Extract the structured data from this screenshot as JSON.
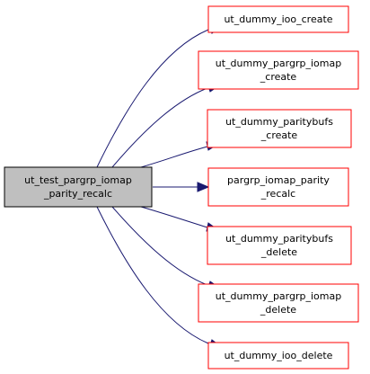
{
  "diagram": {
    "type": "call-graph",
    "colors": {
      "caller_fill": "#bfbfbf",
      "caller_border": "#000000",
      "callee_border": "#ff0000",
      "edge": "#191970",
      "background": "#ffffff"
    },
    "caller": {
      "lines": [
        "ut_test_pargrp_iomap",
        "_parity_recalc"
      ]
    },
    "callees": [
      {
        "lines": [
          "ut_dummy_ioo_create"
        ]
      },
      {
        "lines": [
          "ut_dummy_pargrp_iomap",
          "_create"
        ]
      },
      {
        "lines": [
          "ut_dummy_paritybufs",
          "_create"
        ]
      },
      {
        "lines": [
          "pargrp_iomap_parity",
          "_recalc"
        ]
      },
      {
        "lines": [
          "ut_dummy_paritybufs",
          "_delete"
        ]
      },
      {
        "lines": [
          "ut_dummy_pargrp_iomap",
          "_delete"
        ]
      },
      {
        "lines": [
          "ut_dummy_ioo_delete"
        ]
      }
    ]
  }
}
